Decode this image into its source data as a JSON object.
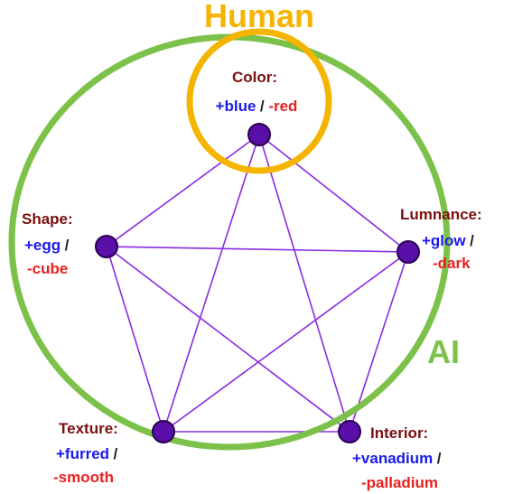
{
  "colors": {
    "human_ring": "#f5b400",
    "ai_ring": "#7cc24a",
    "node": "#5a0fa8",
    "edge": "#8a2be2",
    "title_text": "#7a1010",
    "positive_text": "#1a1aee",
    "negative_text": "#e82020"
  },
  "labels": {
    "human": "Human",
    "ai": "AI"
  },
  "nodes": [
    {
      "id": "color",
      "title": "Color:",
      "positive": "+blue",
      "separator": "/",
      "negative": "-red"
    },
    {
      "id": "luminance",
      "title": "Lumnance:",
      "positive": "+glow",
      "separator": "/",
      "negative": "-dark"
    },
    {
      "id": "interior",
      "title": "Interior:",
      "positive": "+vanadium",
      "separator": "/",
      "negative": "-palladium"
    },
    {
      "id": "texture",
      "title": "Texture:",
      "positive": "+furred",
      "separator": "/",
      "negative": "-smooth"
    },
    {
      "id": "shape",
      "title": "Shape:",
      "positive": "+egg",
      "separator": "/",
      "negative": "-cube"
    }
  ],
  "edges": [
    [
      "color",
      "luminance"
    ],
    [
      "color",
      "interior"
    ],
    [
      "color",
      "texture"
    ],
    [
      "color",
      "shape"
    ],
    [
      "luminance",
      "interior"
    ],
    [
      "luminance",
      "texture"
    ],
    [
      "luminance",
      "shape"
    ],
    [
      "interior",
      "texture"
    ],
    [
      "interior",
      "shape"
    ],
    [
      "texture",
      "shape"
    ]
  ]
}
